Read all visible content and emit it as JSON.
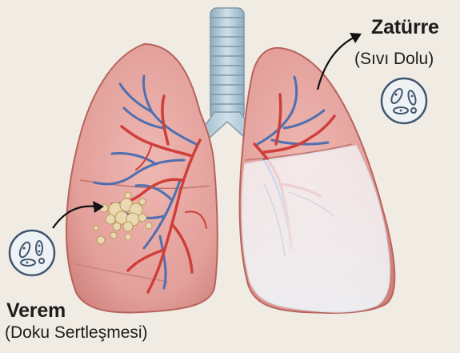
{
  "labels": {
    "pneumonia_title": "Zatürre",
    "pneumonia_subtitle": "(Sıvı Dolu)",
    "tuberculosis_title": "Verem",
    "tuberculosis_subtitle": "(Doku Sertleşmesi)"
  },
  "colors": {
    "background": "#f1ece3",
    "lung_fill": "#e7a8a4",
    "lung_outline": "#b8625c",
    "artery": "#cf3f3a",
    "vein": "#4f6fb0",
    "trachea": "#a9c3d2",
    "fluid": "#f4f6f8",
    "lesion": "#ead9b0",
    "germ_outline": "#40566e"
  },
  "icons": [
    "pathogen-icon-left",
    "pathogen-icon-right",
    "arrow-to-lesion",
    "arrow-from-fluid"
  ]
}
